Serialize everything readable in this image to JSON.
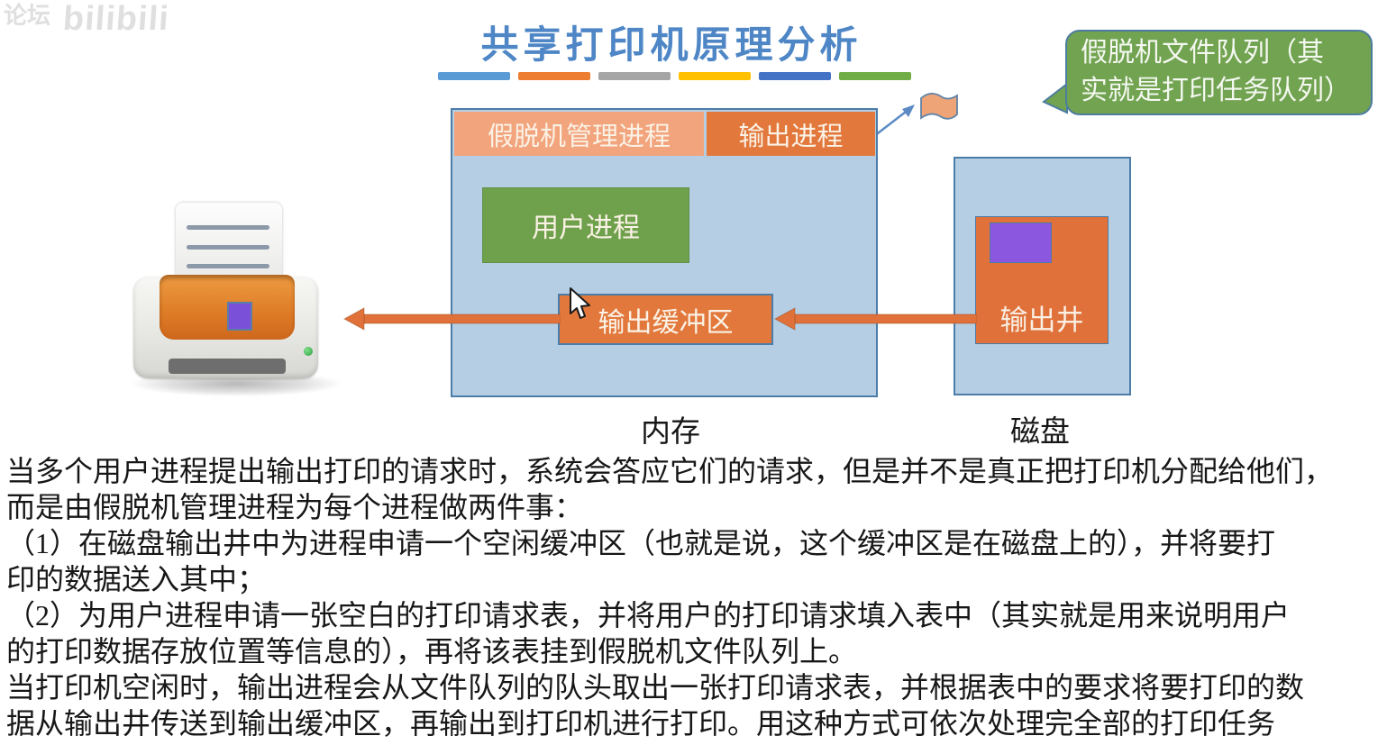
{
  "watermark": {
    "forum_text": "论坛",
    "logo_text": "bilibili"
  },
  "header": {
    "title": "共享打印机原理分析",
    "title_color": "#4E86C6"
  },
  "accent_bars": {
    "colors": [
      "#5B9BD5",
      "#ED7D31",
      "#A5A5A5",
      "#FFC000",
      "#4472C4",
      "#70AD47"
    ]
  },
  "callout": {
    "lines": [
      "假脱机文件队列（其",
      "实就是打印任务队列）"
    ],
    "full_text": "假脱机文件队列（其实就是打印任务队列）",
    "bg_color": "#71A351",
    "border_color": "#4E7CA0"
  },
  "diagram": {
    "memory": {
      "label": "内存",
      "spool_manager_label": "假脱机管理进程",
      "output_process_label": "输出进程",
      "user_process_label": "用户进程",
      "output_buffer_label": "输出缓冲区"
    },
    "disk": {
      "label": "磁盘",
      "output_well_label": "输出井"
    },
    "icons": [
      "printer-icon",
      "flag-icon",
      "cursor-icon"
    ],
    "colors": {
      "panel_blue": "#B5CEE3",
      "panel_border": "#4C7CA8",
      "spool_manager_salmon": "#F2A47D",
      "process_orange": "#E2783C",
      "user_process_green": "#6FA14C",
      "buffer_purple": "#8B57DF",
      "arrow_orange": "#E0713A",
      "arrow_blue": "#5B8AC4"
    }
  },
  "body_text": {
    "lines": [
      "当多个用户进程提出输出打印的请求时，系统会答应它们的请求，但是并不是真正把打印机分配给他们，",
      "而是由假脱机管理进程为每个进程做两件事：",
      "（1）在磁盘输出井中为进程申请一个空闲缓冲区（也就是说，这个缓冲区是在磁盘上的），并将要打",
      "印的数据送入其中；",
      "（2）为用户进程申请一张空白的打印请求表，并将用户的打印请求填入表中（其实就是用来说明用户",
      "的打印数据存放位置等信息的），再将该表挂到假脱机文件队列上。",
      "当打印机空闲时，输出进程会从文件队列的队头取出一张打印请求表，并根据表中的要求将要打印的数",
      "据从输出井传送到输出缓冲区，再输出到打印机进行打印。用这种方式可依次处理完全部的打印任务"
    ]
  }
}
